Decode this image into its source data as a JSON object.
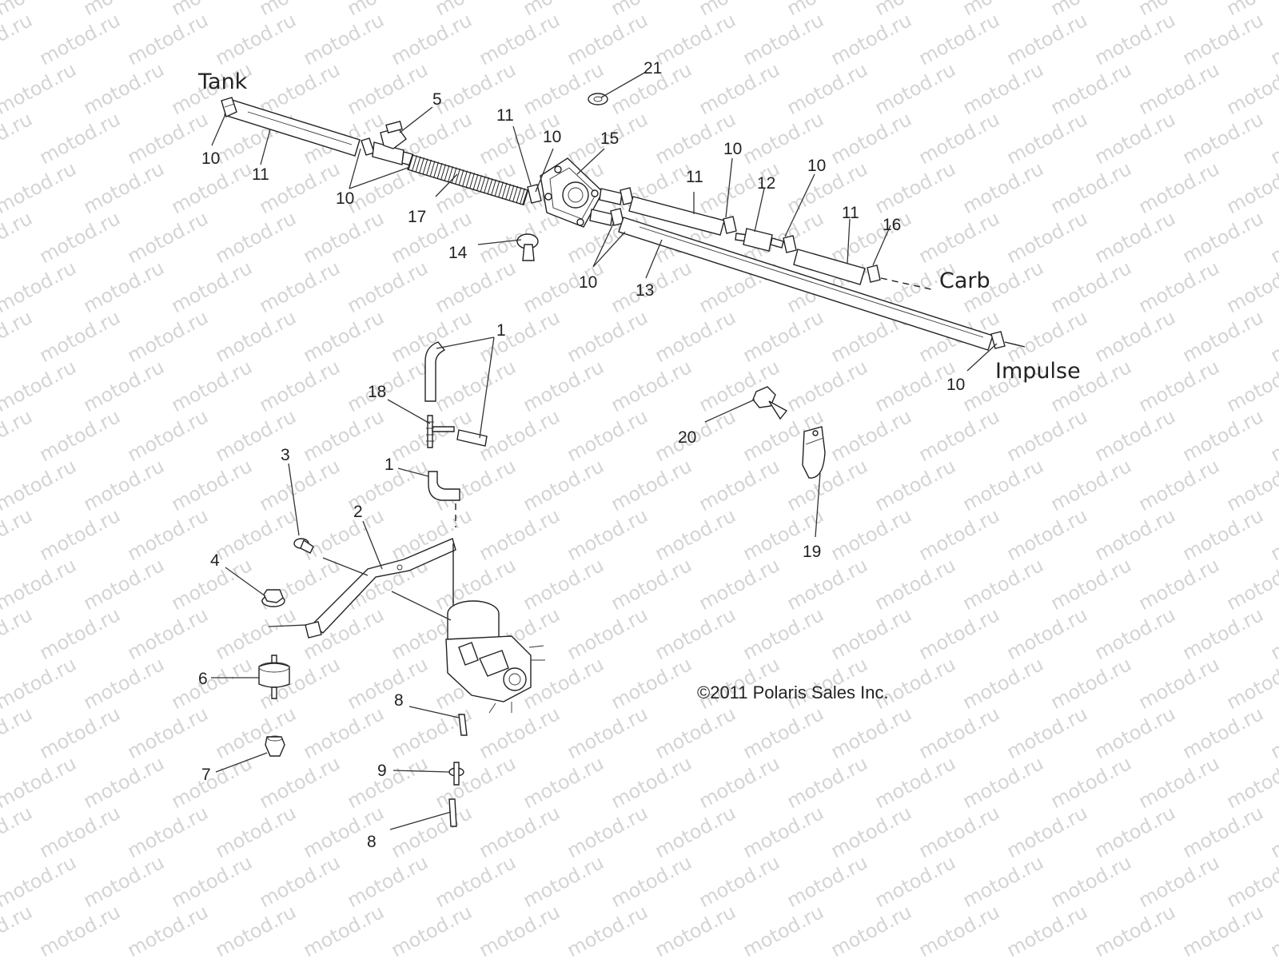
{
  "diagram": {
    "watermark": "motod.ru",
    "labels": {
      "tank": "Tank",
      "carb": "Carb",
      "impulse": "Impulse"
    },
    "copyright": "©2011 Polaris Sales Inc.",
    "callouts": {
      "c1a": "1",
      "c1b": "1",
      "c2": "2",
      "c3": "3",
      "c4": "4",
      "c5": "5",
      "c6": "6",
      "c7": "7",
      "c8a": "8",
      "c8b": "8",
      "c9": "9",
      "c10a": "10",
      "c10b": "10",
      "c10c": "10",
      "c10d": "10",
      "c10e": "10",
      "c10f": "10",
      "c10g": "10",
      "c11a": "11",
      "c11b": "11",
      "c11c": "11",
      "c11d": "11",
      "c12": "12",
      "c13": "13",
      "c14": "14",
      "c15": "15",
      "c16": "16",
      "c17": "17",
      "c18": "18",
      "c19": "19",
      "c20": "20",
      "c21": "21"
    }
  }
}
